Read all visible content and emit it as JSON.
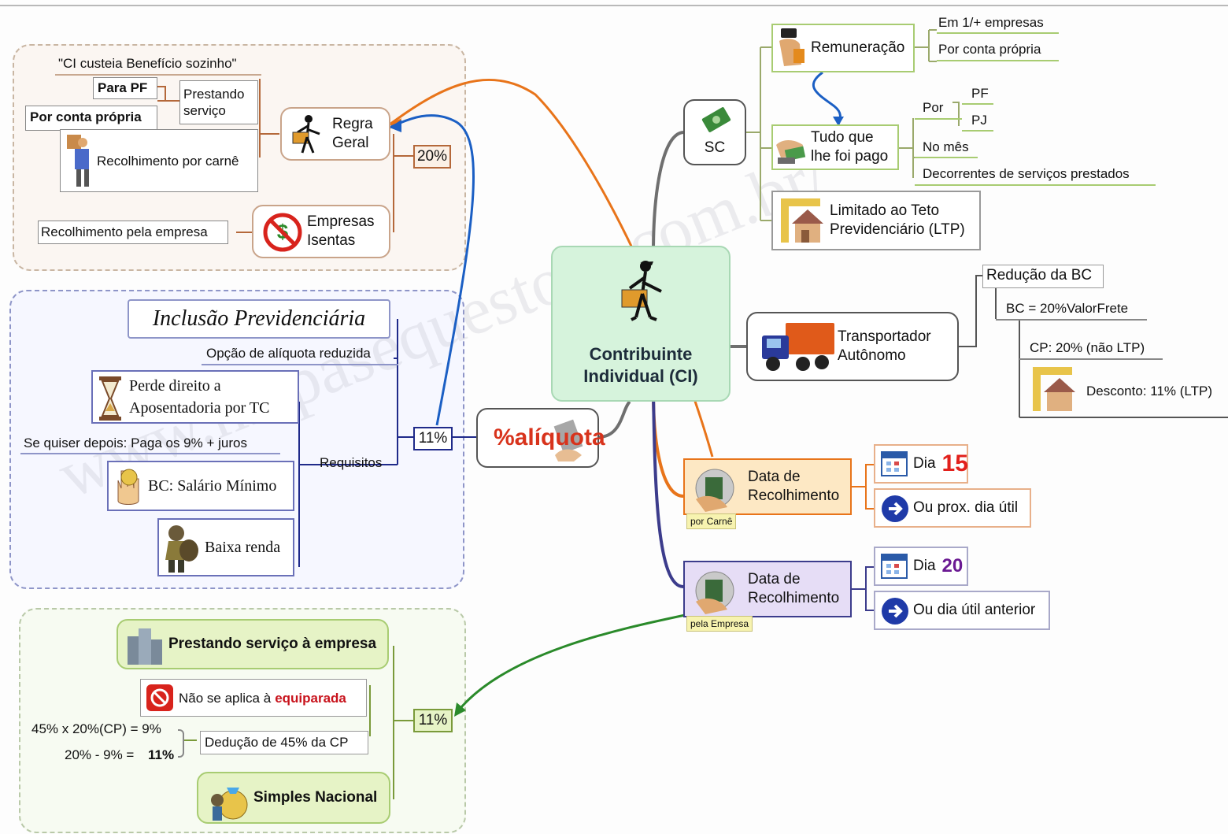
{
  "center": {
    "line1": "Contribuinte",
    "line2": "Individual (CI)"
  },
  "sc": {
    "label": "SC",
    "remuneracao": "Remuneração",
    "em_empresas": "Em 1/+ empresas",
    "por_conta": "Por conta própria",
    "tudo_line1": "Tudo que",
    "tudo_line2": "lhe foi pago",
    "por": "Por",
    "pf": "PF",
    "pj": "PJ",
    "no_mes": "No mês",
    "decorrentes": "Decorrentes de serviços prestados",
    "ltp_line1": "Limitado ao Teto",
    "ltp_line2": "Previdenciário (LTP)"
  },
  "transportador": {
    "line1": "Transportador",
    "line2": "Autônomo",
    "reducao": "Redução da BC",
    "bc": "BC = 20%ValorFrete",
    "cp": "CP: 20% (não LTP)",
    "desconto": "Desconto: 11% (LTP)"
  },
  "carne": {
    "line1": "Data de",
    "line2": "Recolhimento",
    "tag": "por Carnê",
    "dia": "Dia",
    "dia_num": "15",
    "prox": "Ou prox. dia útil"
  },
  "empresa": {
    "line1": "Data de",
    "line2": "Recolhimento",
    "tag": "pela Empresa",
    "dia": "Dia",
    "dia_num": "20",
    "anterior": "Ou dia útil anterior"
  },
  "aliquota": {
    "label": "%alíquota"
  },
  "regra": {
    "custeia": "\"CI custeia Benefício sozinho\"",
    "para_pf": "Para PF",
    "por_conta": "Por conta própria",
    "prestando_line1": "Prestando",
    "prestando_line2": "serviço",
    "carne": "Recolhimento por carnê",
    "geral_line1": "Regra",
    "geral_line2": "Geral",
    "pct": "20%",
    "pela_empresa": "Recolhimento pela empresa",
    "isentas_line1": "Empresas",
    "isentas_line2": "Isentas"
  },
  "inclusao": {
    "title": "Inclusão Previdenciária",
    "opcao": "Opção de alíquota reduzida",
    "perde_line1": "Perde direito a",
    "perde_line2": "Aposentadoria por TC",
    "quiser": "Se quiser depois: Paga os 9% + juros",
    "requisitos": "Requisitos",
    "pct": "11%",
    "bc_sm": "BC: Salário Mínimo",
    "baixa": "Baixa renda"
  },
  "servico": {
    "prestando": "Prestando serviço à empresa",
    "nao_aplica": "Não se aplica à",
    "equiparada": "equiparada",
    "calc1": "45% x 20%(CP) = 9%",
    "calc2_a": "20% - 9% =",
    "calc2_b": "11%",
    "deducao": "Dedução de 45% da CP",
    "pct": "11%",
    "simples": "Simples Nacional"
  },
  "watermark": "www.mapasequestoes.com.br/",
  "colors": {
    "orange": "#e8741a",
    "blue": "#1b5fc4",
    "green": "#2a8a2a",
    "purple": "#3c3c8c",
    "grey_branch": "#6f6f6f"
  }
}
